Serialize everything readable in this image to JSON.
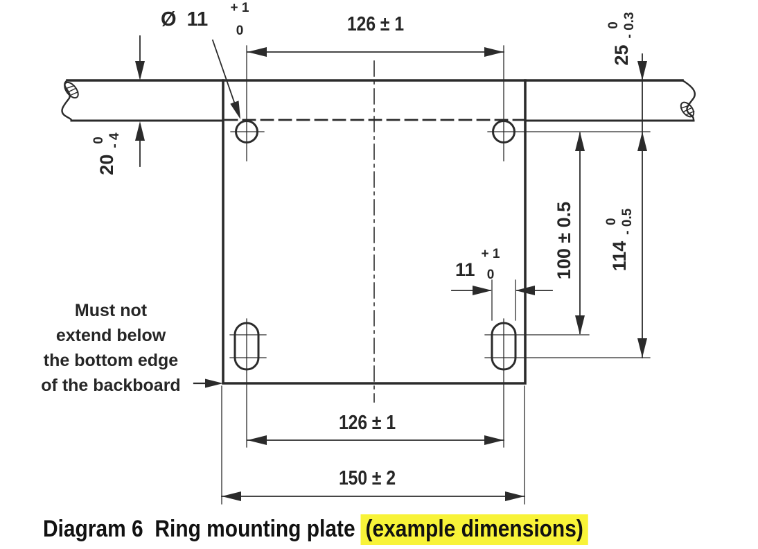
{
  "colors": {
    "line": "#2b2b2b",
    "highlight_bg": "#f8f338",
    "text": "#262626"
  },
  "dims": {
    "diameter": {
      "symbol": "Ø",
      "value": "11",
      "tol_top": "+ 1",
      "tol_bottom": "0"
    },
    "top_width": {
      "text": "126 ± 1"
    },
    "backboard_right": {
      "value": "25",
      "tol_top": "0",
      "tol_bottom": "- 0.3"
    },
    "backboard_left": {
      "value": "20",
      "tol_top": "0",
      "tol_bottom": "- 4"
    },
    "hole_to_slot_center": {
      "text": "100 ± 0.5"
    },
    "hole_to_slot_end": {
      "value": "114",
      "tol_top": "0",
      "tol_bottom": "- 0.5"
    },
    "slot_width": {
      "value": "11",
      "tol_top": "+ 1",
      "tol_bottom": "0"
    },
    "bottom_hole_spacing": {
      "text": "126 ± 1"
    },
    "plate_width": {
      "text": "150 ± 2"
    }
  },
  "note": {
    "lines": [
      "Must not",
      "extend below",
      "the bottom edge",
      "of the backboard"
    ]
  },
  "caption": {
    "label": "Diagram 6",
    "title": "Ring mounting plate",
    "highlight": "(example dimensions)"
  }
}
